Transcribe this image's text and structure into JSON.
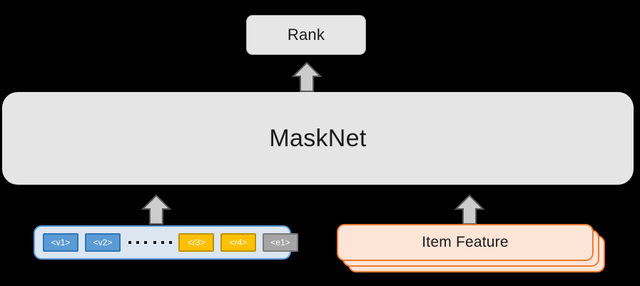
{
  "diagram": {
    "title": "MaskNet ranking architecture",
    "background_color": "#000000",
    "rank": {
      "label": "Rank",
      "fill": "#e6e6e6",
      "border": "#b0b0b0"
    },
    "masknet": {
      "label": "MaskNet",
      "fill": "#e5e5e5"
    },
    "arrows": {
      "icon": "arrow-up-icon",
      "fill": "#cccccc",
      "border": "#595959",
      "to_rank_label": "arrow from MaskNet to Rank",
      "from_tokens_label": "arrow from token sequence to MaskNet",
      "from_items_label": "arrow from Item Feature to MaskNet"
    },
    "token_sequence": {
      "container_fill": "#dce6f1",
      "container_border": "#5b9bd5",
      "tokens": [
        {
          "label": "<v1>",
          "color": "blue"
        },
        {
          "label": "<v2>",
          "color": "blue"
        },
        {
          "label": "<r3>",
          "color": "orange"
        },
        {
          "label": "<r4>",
          "color": "orange"
        },
        {
          "label": "<e1>",
          "color": "gray"
        }
      ],
      "ellipsis_count": 2,
      "palette": {
        "blue_fill": "#5b9bd5",
        "blue_border": "#2e75b6",
        "orange_fill": "#ffc000",
        "orange_border": "#bf9000",
        "gray_fill": "#a5a5a5",
        "gray_border": "#7b7b7b"
      }
    },
    "item_feature": {
      "label": "Item Feature",
      "fill": "#fce4d6",
      "border": "#ed7d31",
      "stack_count": 3
    }
  }
}
